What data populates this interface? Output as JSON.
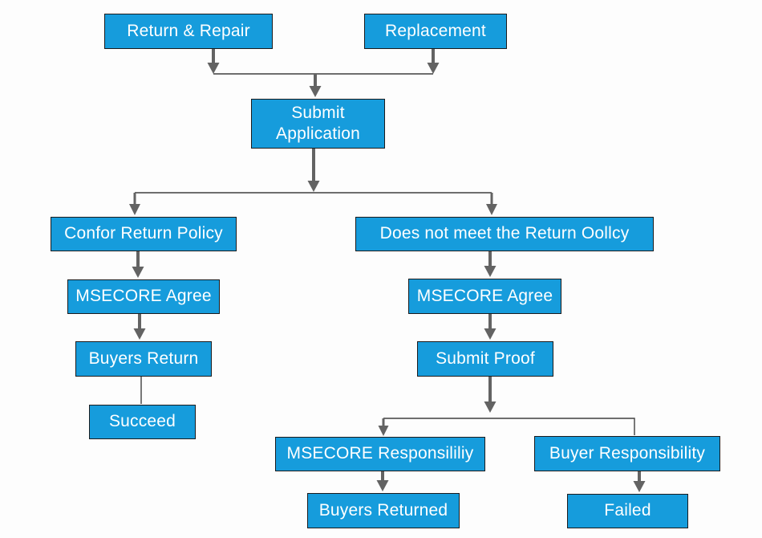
{
  "diagram": {
    "title": "Return and replacement process flowchart",
    "colors": {
      "node_fill": "#169CDC",
      "node_border": "#1b1b1d",
      "node_text": "#ffffff",
      "arrow": "#636363",
      "connector_line": "#3f3f3f",
      "background": "#fdfdfd"
    },
    "nodes": [
      {
        "id": "return-repair",
        "label": "Return & Repair"
      },
      {
        "id": "replacement",
        "label": "Replacement"
      },
      {
        "id": "submit-application",
        "label": "Submit Application"
      },
      {
        "id": "confor-return-policy",
        "label": "Confor Return Policy"
      },
      {
        "id": "does-not-meet-policy",
        "label": "Does not meet the Return Oollcy"
      },
      {
        "id": "msecore-agree-left",
        "label": "MSECORE Agree"
      },
      {
        "id": "msecore-agree-right",
        "label": "MSECORE Agree"
      },
      {
        "id": "buyers-return",
        "label": "Buyers Return"
      },
      {
        "id": "submit-proof",
        "label": "Submit Proof"
      },
      {
        "id": "succeed",
        "label": "Succeed"
      },
      {
        "id": "msecore-responsibility",
        "label": "MSECORE Responsililiy"
      },
      {
        "id": "buyer-responsibility",
        "label": "Buyer Responsibility"
      },
      {
        "id": "buyers-returned",
        "label": "Buyers Returned"
      },
      {
        "id": "failed",
        "label": "Failed"
      }
    ],
    "edges": [
      {
        "from": "return-repair",
        "to": "submit-application",
        "arrow": true
      },
      {
        "from": "replacement",
        "to": "submit-application",
        "arrow": true
      },
      {
        "from": "submit-application",
        "to": "confor-return-policy",
        "arrow": true
      },
      {
        "from": "submit-application",
        "to": "does-not-meet-policy",
        "arrow": true
      },
      {
        "from": "confor-return-policy",
        "to": "msecore-agree-left",
        "arrow": true
      },
      {
        "from": "msecore-agree-left",
        "to": "buyers-return",
        "arrow": true
      },
      {
        "from": "buyers-return",
        "to": "succeed",
        "arrow": false
      },
      {
        "from": "does-not-meet-policy",
        "to": "msecore-agree-right",
        "arrow": true
      },
      {
        "from": "msecore-agree-right",
        "to": "submit-proof",
        "arrow": true
      },
      {
        "from": "submit-proof",
        "to": "msecore-responsibility",
        "arrow": true
      },
      {
        "from": "submit-proof",
        "to": "buyer-responsibility",
        "arrow": false
      },
      {
        "from": "msecore-responsibility",
        "to": "buyers-returned",
        "arrow": true
      },
      {
        "from": "buyer-responsibility",
        "to": "failed",
        "arrow": true
      }
    ]
  }
}
